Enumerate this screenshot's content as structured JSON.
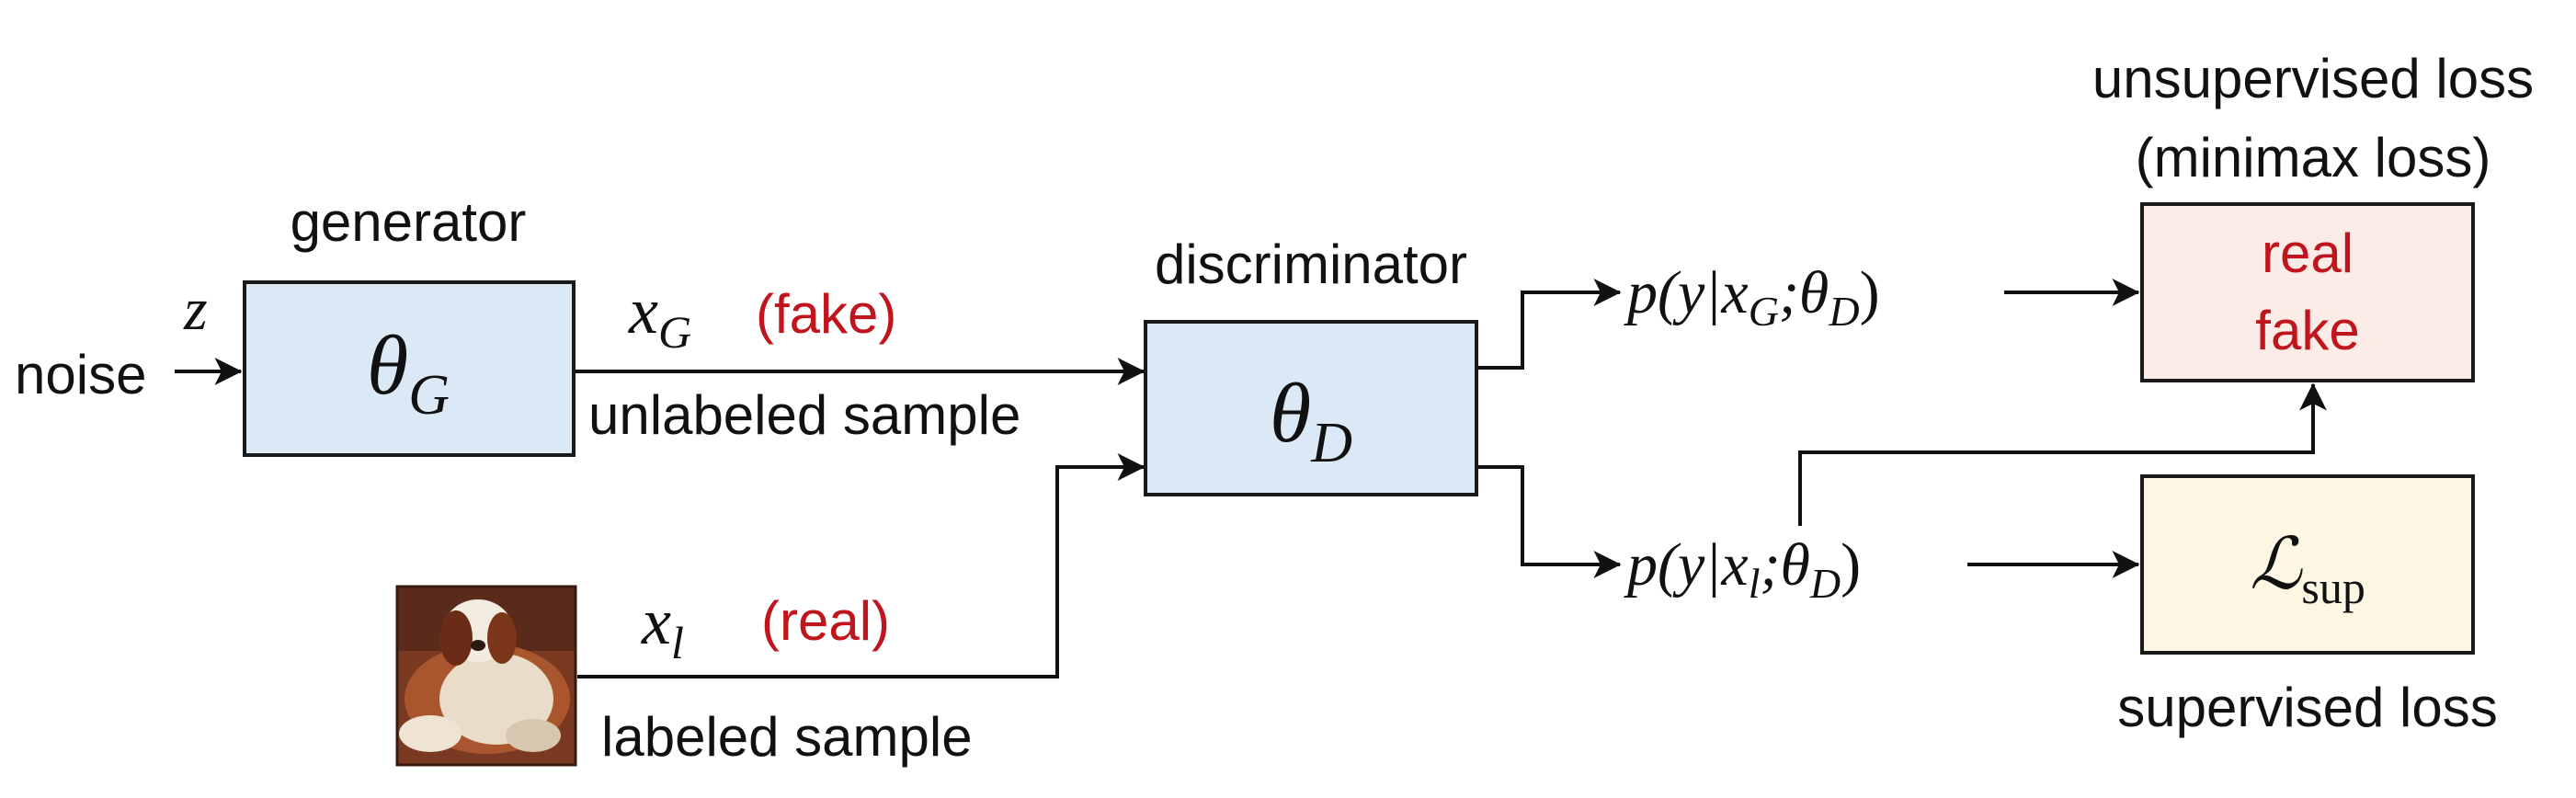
{
  "generator": {
    "heading": "generator",
    "param": "θ",
    "param_sub": "G",
    "latent": "z",
    "noise_label": "noise"
  },
  "generated_sample": {
    "symbol": "x",
    "symbol_sub": "G",
    "tag": "(fake)",
    "caption": "unlabeled sample"
  },
  "labeled_sample": {
    "symbol": "x",
    "symbol_sub": "l",
    "tag": "(real)",
    "caption": "labeled sample"
  },
  "discriminator": {
    "heading": "discriminator",
    "param": "θ",
    "param_sub": "D"
  },
  "outputs": {
    "fake_branch": {
      "p": "p(y|x",
      "x_sub": "G",
      "mid": ";θ",
      "theta_sub": "D",
      "close": ")"
    },
    "real_branch": {
      "p": "p(y|x",
      "x_sub": "l",
      "mid": ";θ",
      "theta_sub": "D",
      "close": ")"
    }
  },
  "unsupervised_loss": {
    "title_line1": "unsupervised loss",
    "title_line2": "(minimax loss)",
    "content_line1": "real",
    "content_line2": "fake"
  },
  "supervised_loss": {
    "symbol": "ℒ",
    "symbol_sub": "sup",
    "caption": "supervised loss"
  },
  "colors": {
    "accent_red": "#c0151c",
    "box_blue": "#dbe8f5",
    "box_pink": "#fbece8",
    "box_yellow": "#fdf6e3"
  }
}
